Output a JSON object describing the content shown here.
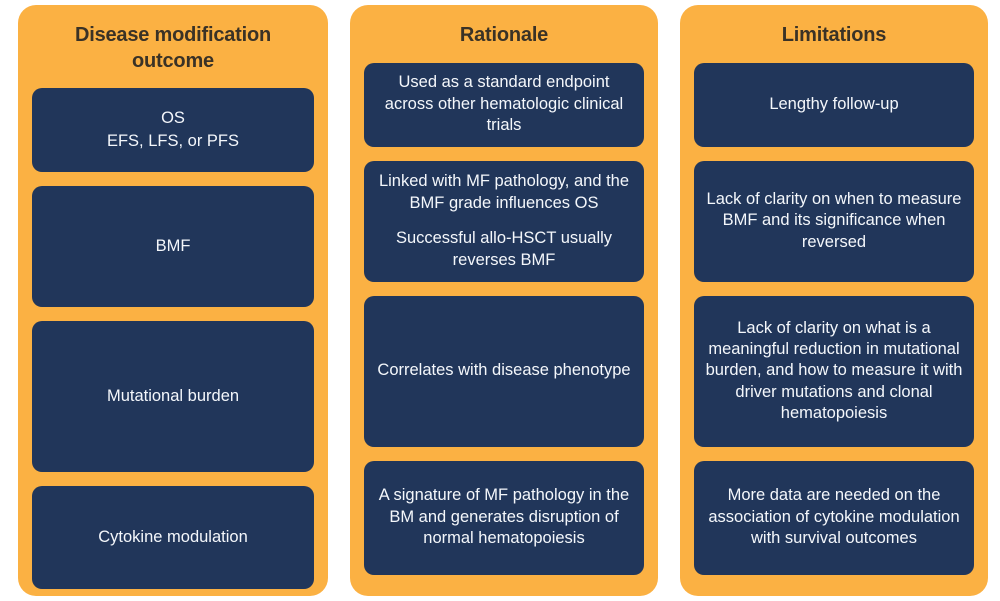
{
  "theme": {
    "panel_color": "#fbb143",
    "card_color": "#21365a",
    "header_text_color": "#3a3226",
    "card_text_color": "#f4f7fb",
    "page_background": "#ffffff"
  },
  "columns": [
    {
      "header": "Disease modification outcome",
      "cards": [
        {
          "lines": [
            "OS",
            "EFS, LFS, or PFS"
          ]
        },
        {
          "lines": [
            "BMF"
          ]
        },
        {
          "lines": [
            "Mutational burden"
          ]
        },
        {
          "lines": [
            "Cytokine modulation"
          ]
        }
      ]
    },
    {
      "header": "Rationale",
      "cards": [
        {
          "lines": [
            "Used as a standard endpoint across other hematologic clinical trials"
          ]
        },
        {
          "lines": [
            "Linked with MF pathology, and the BMF grade influences OS",
            "Successful allo-HSCT usually reverses BMF"
          ]
        },
        {
          "lines": [
            "Correlates with disease phenotype"
          ]
        },
        {
          "lines": [
            "A signature of MF pathology in the BM and generates disruption of normal hematopoiesis"
          ]
        }
      ]
    },
    {
      "header": "Limitations",
      "cards": [
        {
          "lines": [
            "Lengthy follow-up"
          ]
        },
        {
          "lines": [
            "Lack of clarity on when to measure BMF and its significance when reversed"
          ]
        },
        {
          "lines": [
            "Lack of clarity on what is a meaningful reduction in mutational burden, and how to measure it with driver mutations and clonal hematopoiesis"
          ]
        },
        {
          "lines": [
            "More data are needed on the association of cytokine modulation with survival outcomes"
          ]
        }
      ]
    }
  ]
}
